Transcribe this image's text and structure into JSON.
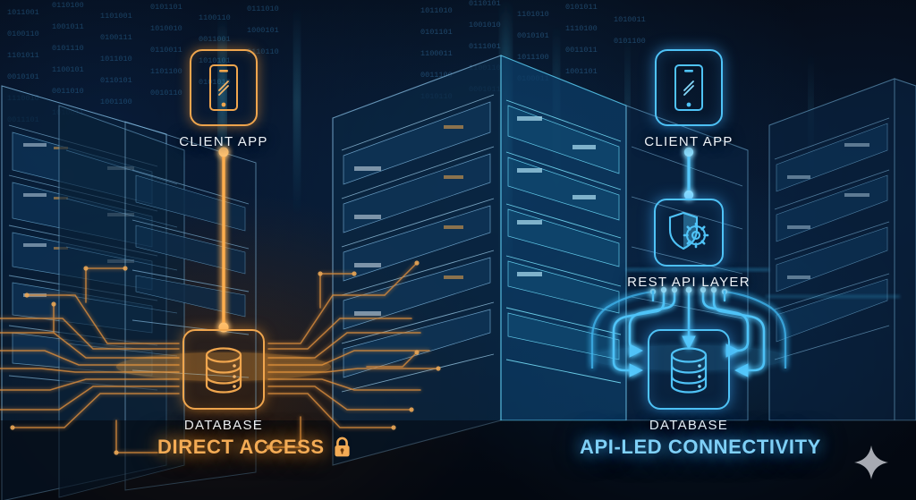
{
  "scene": {
    "title": "Direct Access vs API-Led Connectivity architecture diagram",
    "background": "dark blue data center server racks with binary code rain"
  },
  "colors": {
    "orange": "#f0a64e",
    "orange_text": "#f3ab55",
    "cyan": "#4fc3f7",
    "cyan_text": "#7fd0f7",
    "label_text": "#eef3f8",
    "background": "#050a14"
  },
  "left_panel": {
    "caption": "DIRECT ACCESS",
    "caption_icon": "lock-icon",
    "nodes": [
      {
        "id": "client-app",
        "label": "CLIENT APP",
        "icon": "smartphone-icon"
      },
      {
        "id": "database",
        "label": "DATABASE",
        "icon": "database-cylinder-icon"
      }
    ],
    "connector": "direct-vertical-link",
    "decoration": "orange-circuit-traces"
  },
  "right_panel": {
    "caption": "API-LED CONNECTIVITY",
    "nodes": [
      {
        "id": "client-app",
        "label": "CLIENT APP",
        "icon": "smartphone-icon"
      },
      {
        "id": "rest-api-layer",
        "label": "REST API LAYER",
        "icon": "shield-gear-icon"
      },
      {
        "id": "database",
        "label": "DATABASE",
        "icon": "database-cylinder-icon"
      }
    ],
    "connector": "fan-out-routed-arrows",
    "arrow_count": 5
  },
  "watermark": {
    "icon": "sparkle-icon"
  }
}
